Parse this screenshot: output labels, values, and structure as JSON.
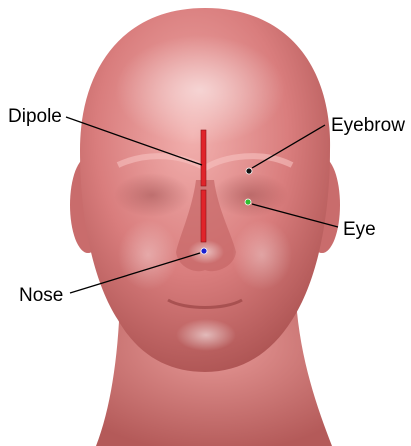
{
  "labels": {
    "dipole": "Dipole",
    "eyebrow": "Eyebrow",
    "eye": "Eye",
    "nose": "Nose"
  },
  "colors": {
    "skin": "#d97d7d",
    "dipole": "#e0242a",
    "eyebrow_marker": "#111111",
    "eye_marker": "#2fbf2f",
    "nose_marker": "#1a1fd0",
    "background": "#ffffff",
    "text": "#000000"
  }
}
